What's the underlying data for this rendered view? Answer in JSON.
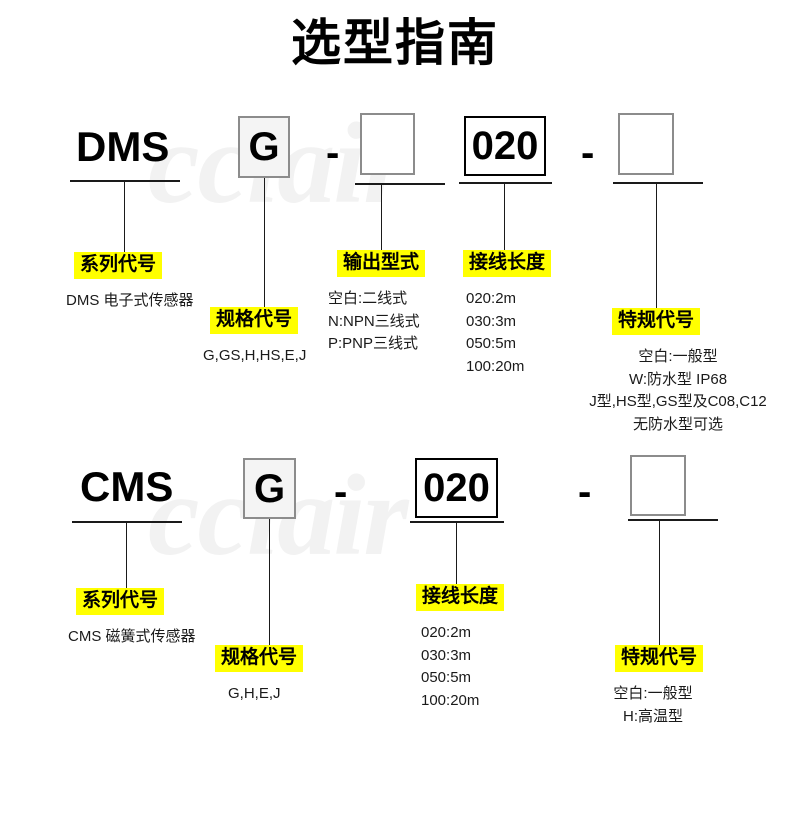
{
  "title": "选型指南",
  "watermark": "cclair",
  "rows": [
    {
      "id": "dms",
      "series_code": "DMS",
      "spec_box": "G",
      "output_box": "",
      "length_box": "020",
      "special_box": "",
      "dash": "-",
      "labels": {
        "series": {
          "tag": "系列代号",
          "desc": [
            "DMS 电子式传感器"
          ]
        },
        "spec": {
          "tag": "规格代号",
          "desc": [
            "G,GS,H,HS,E,J"
          ]
        },
        "output": {
          "tag": "输出型式",
          "desc": [
            "空白:二线式",
            "N:NPN三线式",
            "P:PNP三线式"
          ]
        },
        "length": {
          "tag": "接线长度",
          "desc": [
            "020:2m",
            "030:3m",
            "050:5m",
            "100:20m"
          ]
        },
        "special": {
          "tag": "特规代号",
          "desc": [
            "空白:一般型",
            "W:防水型 IP68",
            "J型,HS型,GS型及C08,C12",
            "无防水型可选"
          ]
        }
      }
    },
    {
      "id": "cms",
      "series_code": "CMS",
      "spec_box": "G",
      "length_box": "020",
      "special_box": "",
      "dash": "-",
      "labels": {
        "series": {
          "tag": "系列代号",
          "desc": [
            "CMS 磁簧式传感器"
          ]
        },
        "spec": {
          "tag": "规格代号",
          "desc": [
            "G,H,E,J"
          ]
        },
        "length": {
          "tag": "接线长度",
          "desc": [
            "020:2m",
            "030:3m",
            "050:5m",
            "100:20m"
          ]
        },
        "special": {
          "tag": "特规代号",
          "desc": [
            "空白:一般型",
            "H:高温型"
          ]
        }
      }
    }
  ],
  "colors": {
    "highlight": "#ffff00",
    "line": "#1a1a1a",
    "box_gray_border": "#8c8c8c",
    "box_gray_fill": "#f4f4f4",
    "watermark": "#f2f2f2"
  }
}
